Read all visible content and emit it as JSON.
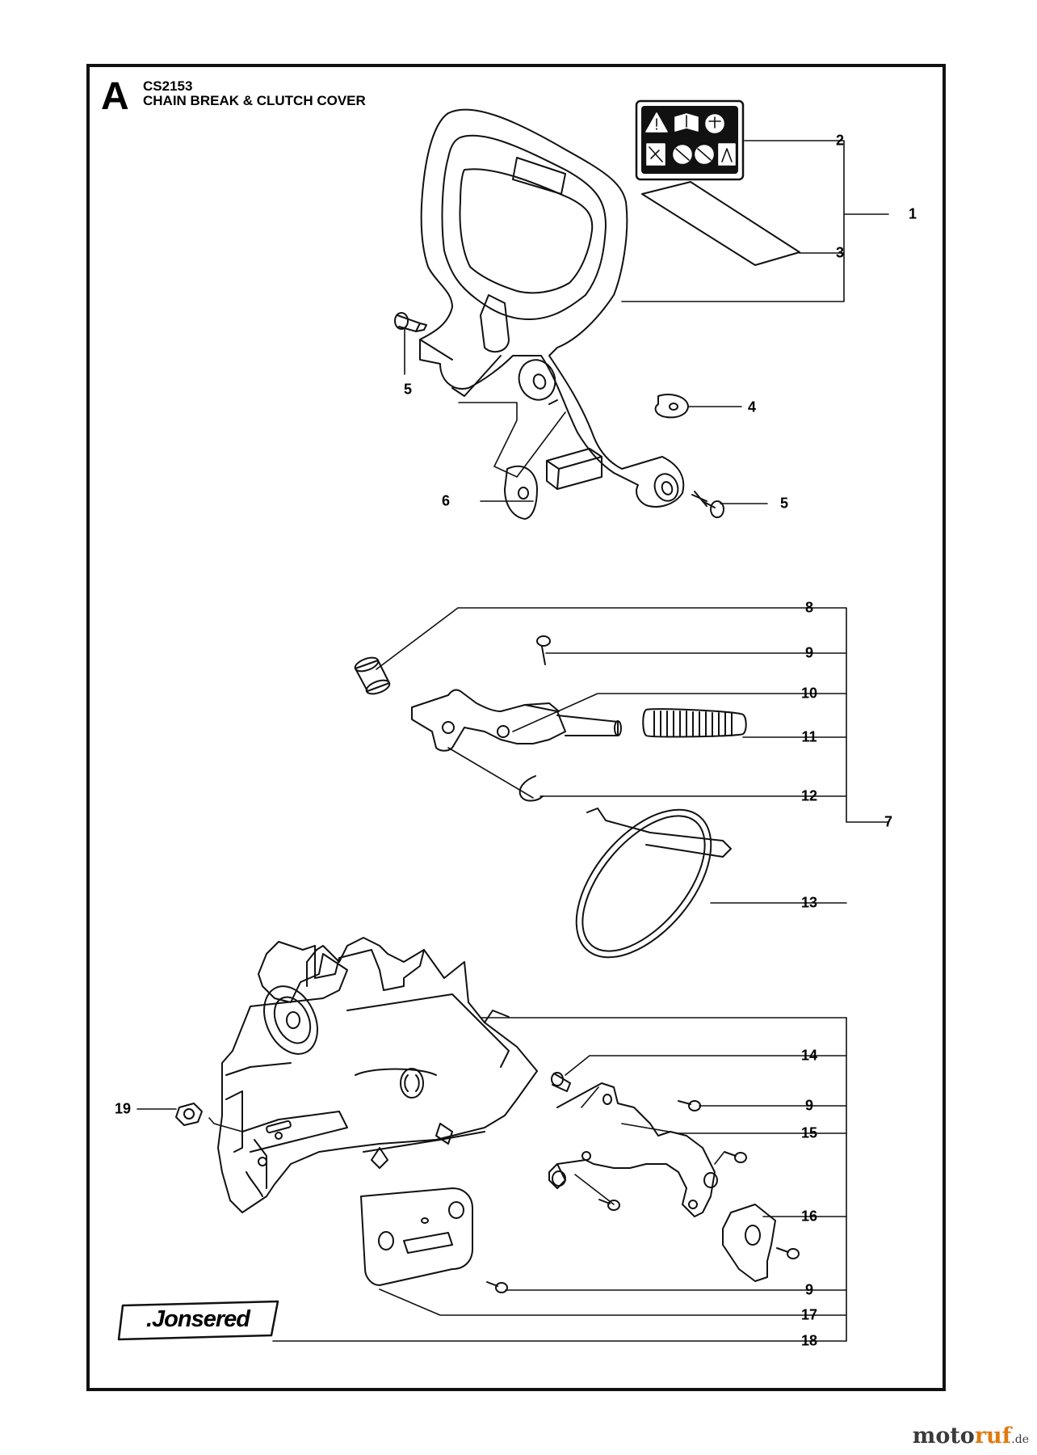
{
  "section": {
    "letter": "A",
    "model": "CS2153",
    "title": "CHAIN BREAK & CLUTCH COVER"
  },
  "callouts": [
    "1",
    "2",
    "3",
    "4",
    "5",
    "5",
    "6",
    "7",
    "8",
    "9",
    "10",
    "11",
    "12",
    "13",
    "14",
    "9",
    "15",
    "16",
    "9",
    "17",
    "19",
    "18"
  ],
  "brand": ".Jonsered",
  "watermark": {
    "part1": "moto",
    "part2": "ruf",
    "part3": ".de"
  }
}
